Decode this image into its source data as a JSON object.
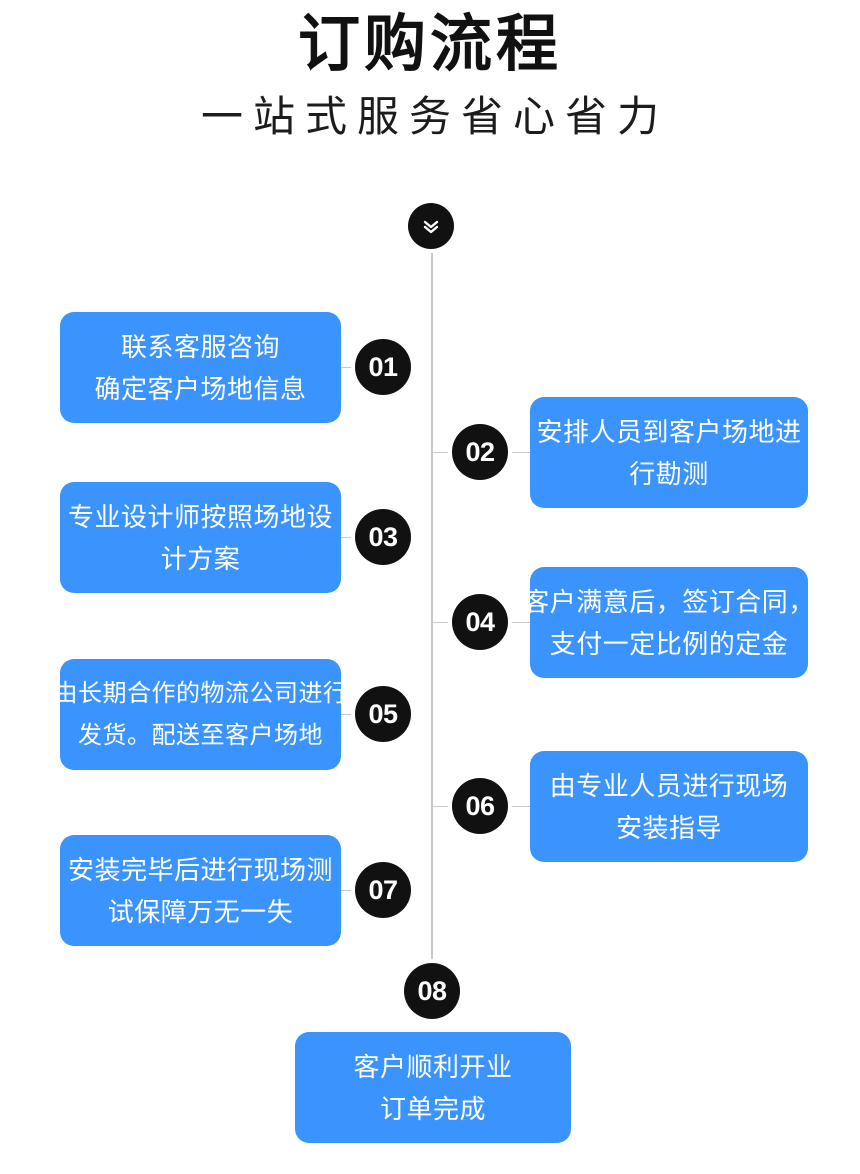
{
  "header": {
    "title": "订购流程",
    "subtitle": "一站式服务省心省力"
  },
  "colors": {
    "box_blue": "#3b94fd",
    "node_black": "#111111",
    "line_gray": "#c9c9c9",
    "text_white": "#ffffff"
  },
  "top_marker": {
    "icon": "double-chevron-down-icon"
  },
  "steps": [
    {
      "number": "01",
      "side": "left",
      "lines": [
        "联系客服咨询",
        "确定客户场地信息"
      ]
    },
    {
      "number": "02",
      "side": "right",
      "lines": [
        "安排人员到客户场地进",
        "行勘测"
      ]
    },
    {
      "number": "03",
      "side": "left",
      "lines": [
        "专业设计师按照场地设",
        "计方案"
      ]
    },
    {
      "number": "04",
      "side": "right",
      "lines": [
        "客户满意后，签订合同，",
        "支付一定比例的定金"
      ]
    },
    {
      "number": "05",
      "side": "left",
      "lines": [
        "由长期合作的物流公司进行",
        "发货。配送至客户场地"
      ]
    },
    {
      "number": "06",
      "side": "right",
      "lines": [
        "由专业人员进行现场",
        "安装指导"
      ]
    },
    {
      "number": "07",
      "side": "left",
      "lines": [
        "安装完毕后进行现场测",
        "试保障万无一失"
      ]
    },
    {
      "number": "08",
      "side": "final",
      "lines": [
        "客户顺利开业",
        "订单完成"
      ]
    }
  ]
}
